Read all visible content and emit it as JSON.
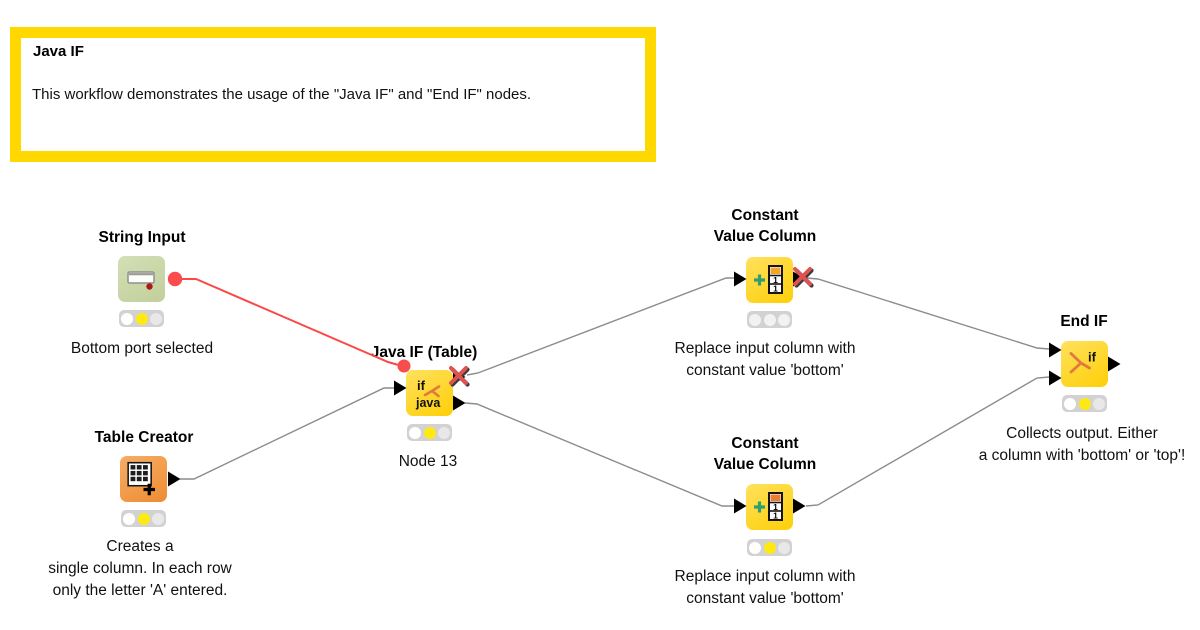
{
  "annotation": {
    "title": "Java IF",
    "body": "This workflow demonstrates the usage of the \"Java IF\" and \"End IF\" nodes.",
    "border_color": "#ffd800"
  },
  "nodes": [
    {
      "label": "String Input",
      "caption": "Bottom port selected",
      "state": "configured",
      "lamps": [
        "#ffffff",
        "#ffe912",
        "#e8e8e8"
      ]
    },
    {
      "label": "Table Creator",
      "caption": "Creates a\nsingle column. In each row\nonly the letter 'A' entered.",
      "state": "configured",
      "lamps": [
        "#ffffff",
        "#ffe912",
        "#e8e8e8"
      ]
    },
    {
      "label": "Java IF (Table)",
      "caption": "Node 13",
      "state": "configured",
      "lamps": [
        "#ffffff",
        "#ffe912",
        "#e8e8e8"
      ]
    },
    {
      "label": "Constant\nValue Column",
      "caption": "Replace input column with\nconstant value 'bottom'",
      "state": "inactive",
      "lamps": [
        "#f2f2f2",
        "#f2f2f2",
        "#f2f2f2"
      ],
      "icon_accent": "#f0a32e"
    },
    {
      "label": "Constant\nValue Column",
      "caption": "Replace input column with\nconstant value 'bottom'",
      "state": "configured",
      "lamps": [
        "#ffffff",
        "#ffe912",
        "#e8e8e8"
      ],
      "icon_accent": "#e87f2e"
    },
    {
      "label": "End IF",
      "caption": "Collects output. Either\na column with 'bottom' or 'top'!",
      "state": "configured",
      "lamps": [
        "#ffffff",
        "#ffe912",
        "#e8e8e8"
      ]
    }
  ],
  "connections": [
    {
      "from": "String Input",
      "to": "Java IF (Table)",
      "ports": "flow-variable to flow-variable",
      "highlighted": true
    },
    {
      "from": "Table Creator",
      "to": "Java IF (Table)",
      "highlighted": false
    },
    {
      "from": "Java IF (Table) top output",
      "to": "Constant Value Column (top)",
      "inactive_port": true
    },
    {
      "from": "Java IF (Table) bottom output",
      "to": "Constant Value Column (bottom)"
    },
    {
      "from": "Constant Value Column (top)",
      "to": "End IF top input",
      "inactive_port": true
    },
    {
      "from": "Constant Value Column (bottom)",
      "to": "End IF bottom input"
    }
  ],
  "colors": {
    "annotation_border": "#ffd800",
    "node_yellow": "#fecf07",
    "node_orange": "#ee8c33",
    "node_green": "#c2cf9b",
    "wire_grey": "#8c8c8c",
    "wire_highlight_red": "#fb4848",
    "inactive_x_red": "#e05252",
    "lamp_yellow": "#ffe912"
  }
}
